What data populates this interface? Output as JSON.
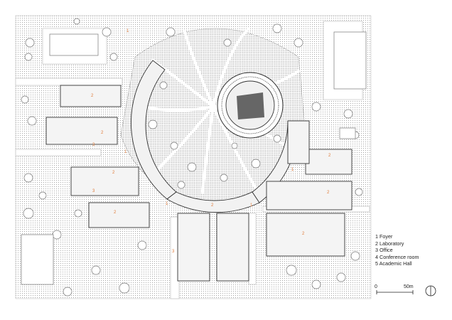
{
  "legend": {
    "items": [
      {
        "number": "1",
        "label": "Foyer"
      },
      {
        "number": "2",
        "label": "Laboratory"
      },
      {
        "number": "3",
        "label": "Office"
      },
      {
        "number": "4",
        "label": "Conference room"
      },
      {
        "number": "5",
        "label": "Academic Hall"
      }
    ]
  },
  "scale_bar": {
    "start_label": "0",
    "end_label": "50m"
  },
  "room_numbers": {
    "foyer": "1",
    "laboratory": "2",
    "office": "3"
  },
  "colors": {
    "room_number": "#e07b39",
    "hatch": "#9a9a9a",
    "wall": "#333333"
  },
  "icons": {
    "north": "north-arrow-icon"
  }
}
